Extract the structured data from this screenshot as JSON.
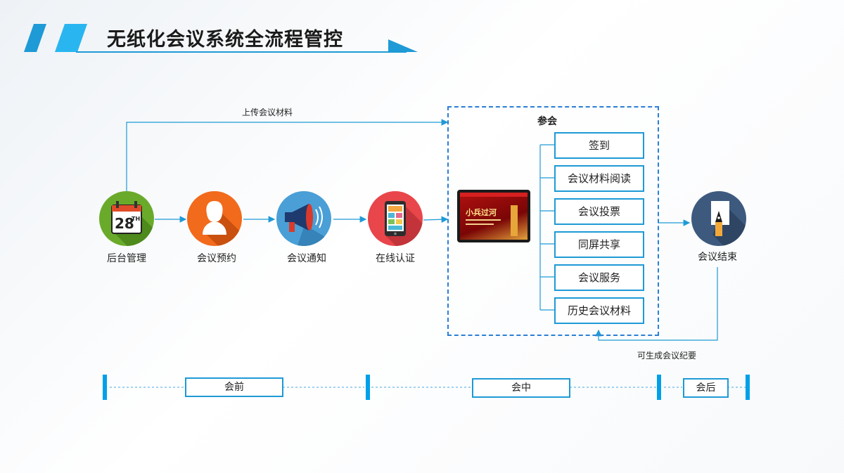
{
  "header": {
    "title": "无纸化会议系统全流程管控"
  },
  "flow": {
    "upload_label": "上传会议材料",
    "steps": [
      {
        "label": "后台管理",
        "icon": "calendar-icon",
        "color": "#6aaa2b"
      },
      {
        "label": "会议预约",
        "icon": "person-icon",
        "color": "#f26a1b"
      },
      {
        "label": "会议通知",
        "icon": "megaphone-icon",
        "color": "#4a9fd6"
      },
      {
        "label": "在线认证",
        "icon": "tablet-icon",
        "color": "#e8464a"
      }
    ],
    "tablet_screen": {
      "headline": "小兵过河"
    },
    "attend": {
      "title": "参会",
      "items": [
        "签到",
        "会议材料阅读",
        "会议投票",
        "同屏共享",
        "会议服务",
        "历史会议材料"
      ]
    },
    "end_step": {
      "label": "会议结束",
      "icon": "pen-nib-icon",
      "color": "#3d5a7e"
    },
    "feedback_label": "可生成会议纪要"
  },
  "timeline": {
    "phases": [
      "会前",
      "会中",
      "会后"
    ]
  },
  "colors": {
    "accent": "#1e9ad6",
    "dashed": "#2a7fd4",
    "phase_bar": "#00a0e9"
  }
}
